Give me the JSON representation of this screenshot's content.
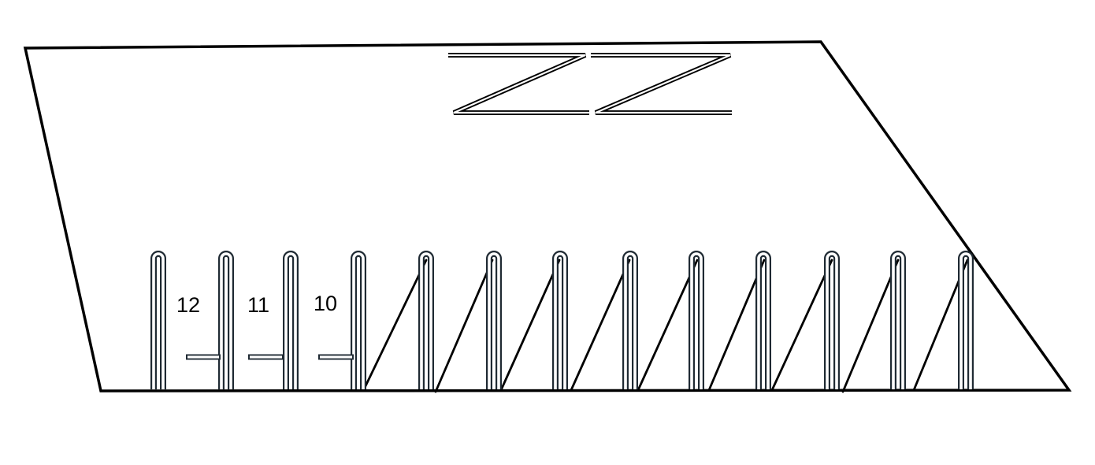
{
  "labels": {
    "pin_12": "12",
    "pin_11": "11",
    "pin_10": "10"
  },
  "colors": {
    "outline": "#000000",
    "pin_stroke": "#1f2a33",
    "background": "#ffffff"
  }
}
